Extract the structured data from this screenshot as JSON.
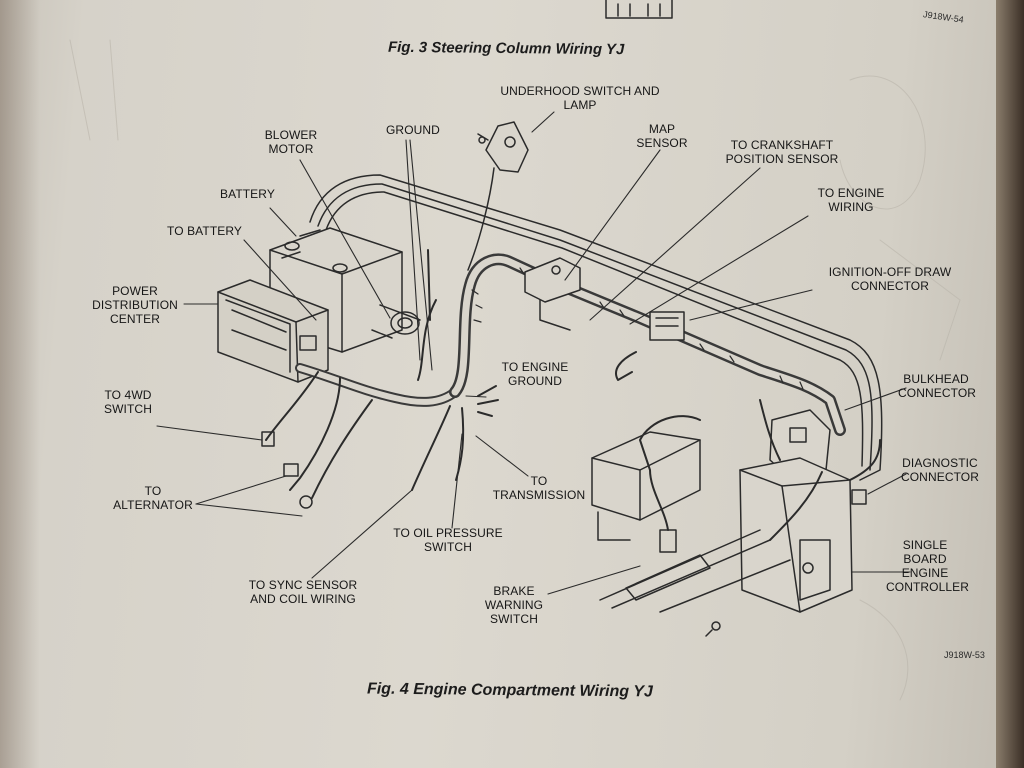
{
  "figure_top": {
    "caption": "Fig. 3 Steering Column Wiring YJ",
    "code": "J918W-54"
  },
  "figure_main": {
    "caption": "Fig. 4 Engine Compartment Wiring YJ",
    "code": "J918W-53"
  },
  "labels": {
    "underhood_switch": "UNDERHOOD SWITCH AND LAMP",
    "blower_motor": "BLOWER MOTOR",
    "ground": "GROUND",
    "map_sensor": "MAP SENSOR",
    "crankshaft_sensor": "TO CRANKSHAFT POSITION SENSOR",
    "engine_wiring": "TO ENGINE WIRING",
    "battery": "BATTERY",
    "to_battery": "TO BATTERY",
    "ignition_off": "IGNITION-OFF DRAW CONNECTOR",
    "power_distribution": "POWER DISTRIBUTION CENTER",
    "engine_ground": "TO ENGINE GROUND",
    "bulkhead": "BULKHEAD CONNECTOR",
    "to_4wd": "TO 4WD SWITCH",
    "diagnostic": "DIAGNOSTIC CONNECTOR",
    "to_alternator": "TO ALTERNATOR",
    "to_transmission": "TO TRANSMISSION",
    "to_oil": "TO OIL PRESSURE SWITCH",
    "single_board": "SINGLE BOARD ENGINE CONTROLLER",
    "sync_sensor": "TO SYNC SENSOR AND COIL WIRING",
    "brake_warning": "BRAKE WARNING SWITCH"
  }
}
